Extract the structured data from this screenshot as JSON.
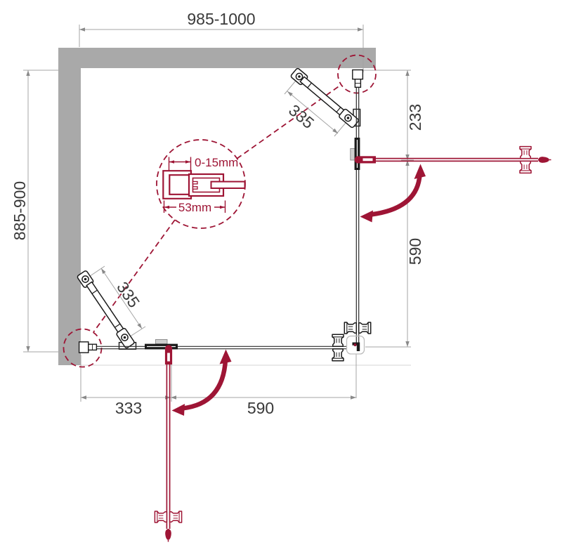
{
  "dimensions": {
    "top_width": "985-1000",
    "left_depth": "885-900",
    "right_upper_segment": "233",
    "right_lower_segment": "590",
    "bottom_left_segment": "333",
    "bottom_right_segment": "590",
    "top_brace_length": "335",
    "bottom_brace_length": "335"
  },
  "detail_callout": {
    "adjustment_range": "0-15mm",
    "profile_width": "53mm"
  },
  "colors": {
    "wall_gray": "#a9a9a9",
    "dimension_gray": "#a4a4a4",
    "outline_black": "#1a1a1a",
    "accent_red": "#9e1535",
    "text_dark": "#3a3a3a",
    "background": "#ffffff"
  }
}
